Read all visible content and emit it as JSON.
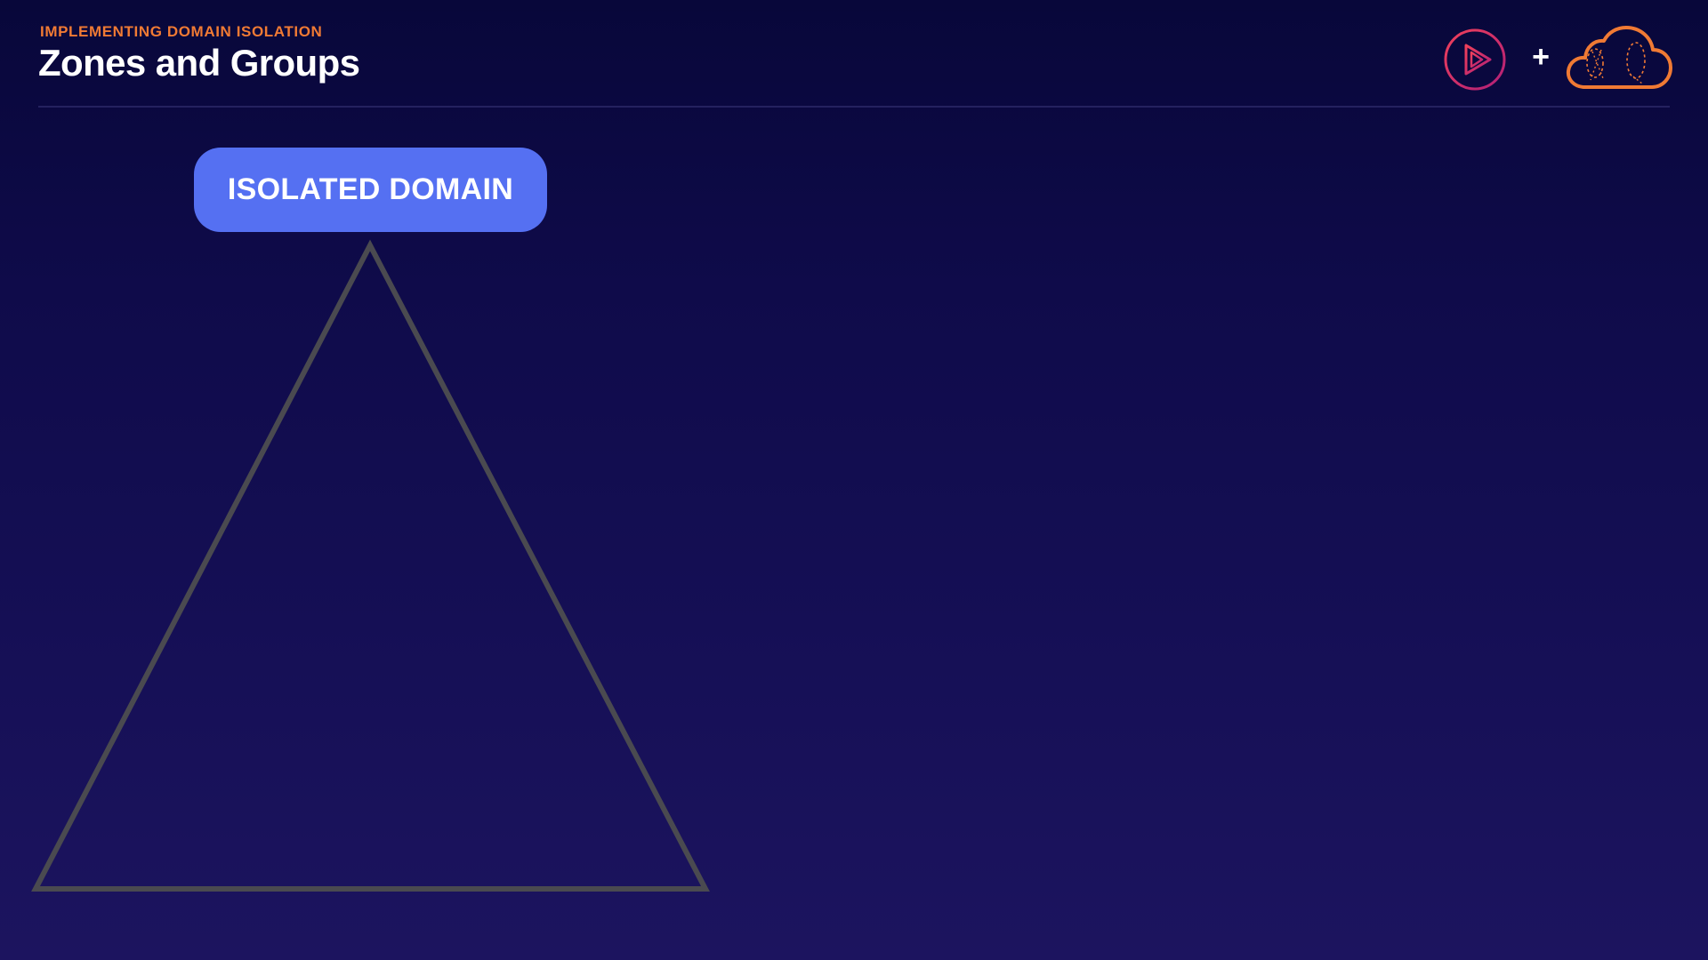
{
  "header": {
    "eyebrow": "IMPLEMENTING DOMAIN ISOLATION",
    "title": "Zones and Groups"
  },
  "logos": {
    "plus": "+",
    "play_icon": "play-icon",
    "cloud_icon": "cloud-icon"
  },
  "diagram": {
    "label": "ISOLATED DOMAIN",
    "shape": "triangle-outline"
  },
  "colors": {
    "accent_orange": "#f07a34",
    "pill_blue": "#5570f2",
    "triangle_stroke": "#4a4a50",
    "play_gradient_start": "#e8365a",
    "play_gradient_end": "#a51f7a"
  }
}
